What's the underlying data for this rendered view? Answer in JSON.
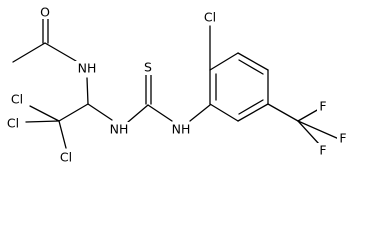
{
  "atoms": {
    "acetyl_oxygen": "O",
    "amide_nitrogen": "NH",
    "trichloro_cl_upper_left": "Cl",
    "trichloro_cl_left": "Cl",
    "trichloro_cl_lower": "Cl",
    "thiourea_nh_left": "NH",
    "thiourea_sulfur": "S",
    "thiourea_nh_right": "NH",
    "ring_chlorine": "Cl",
    "cf3_fluorine_top": "F",
    "cf3_fluorine_right": "F",
    "cf3_fluorine_bottom": "F"
  }
}
